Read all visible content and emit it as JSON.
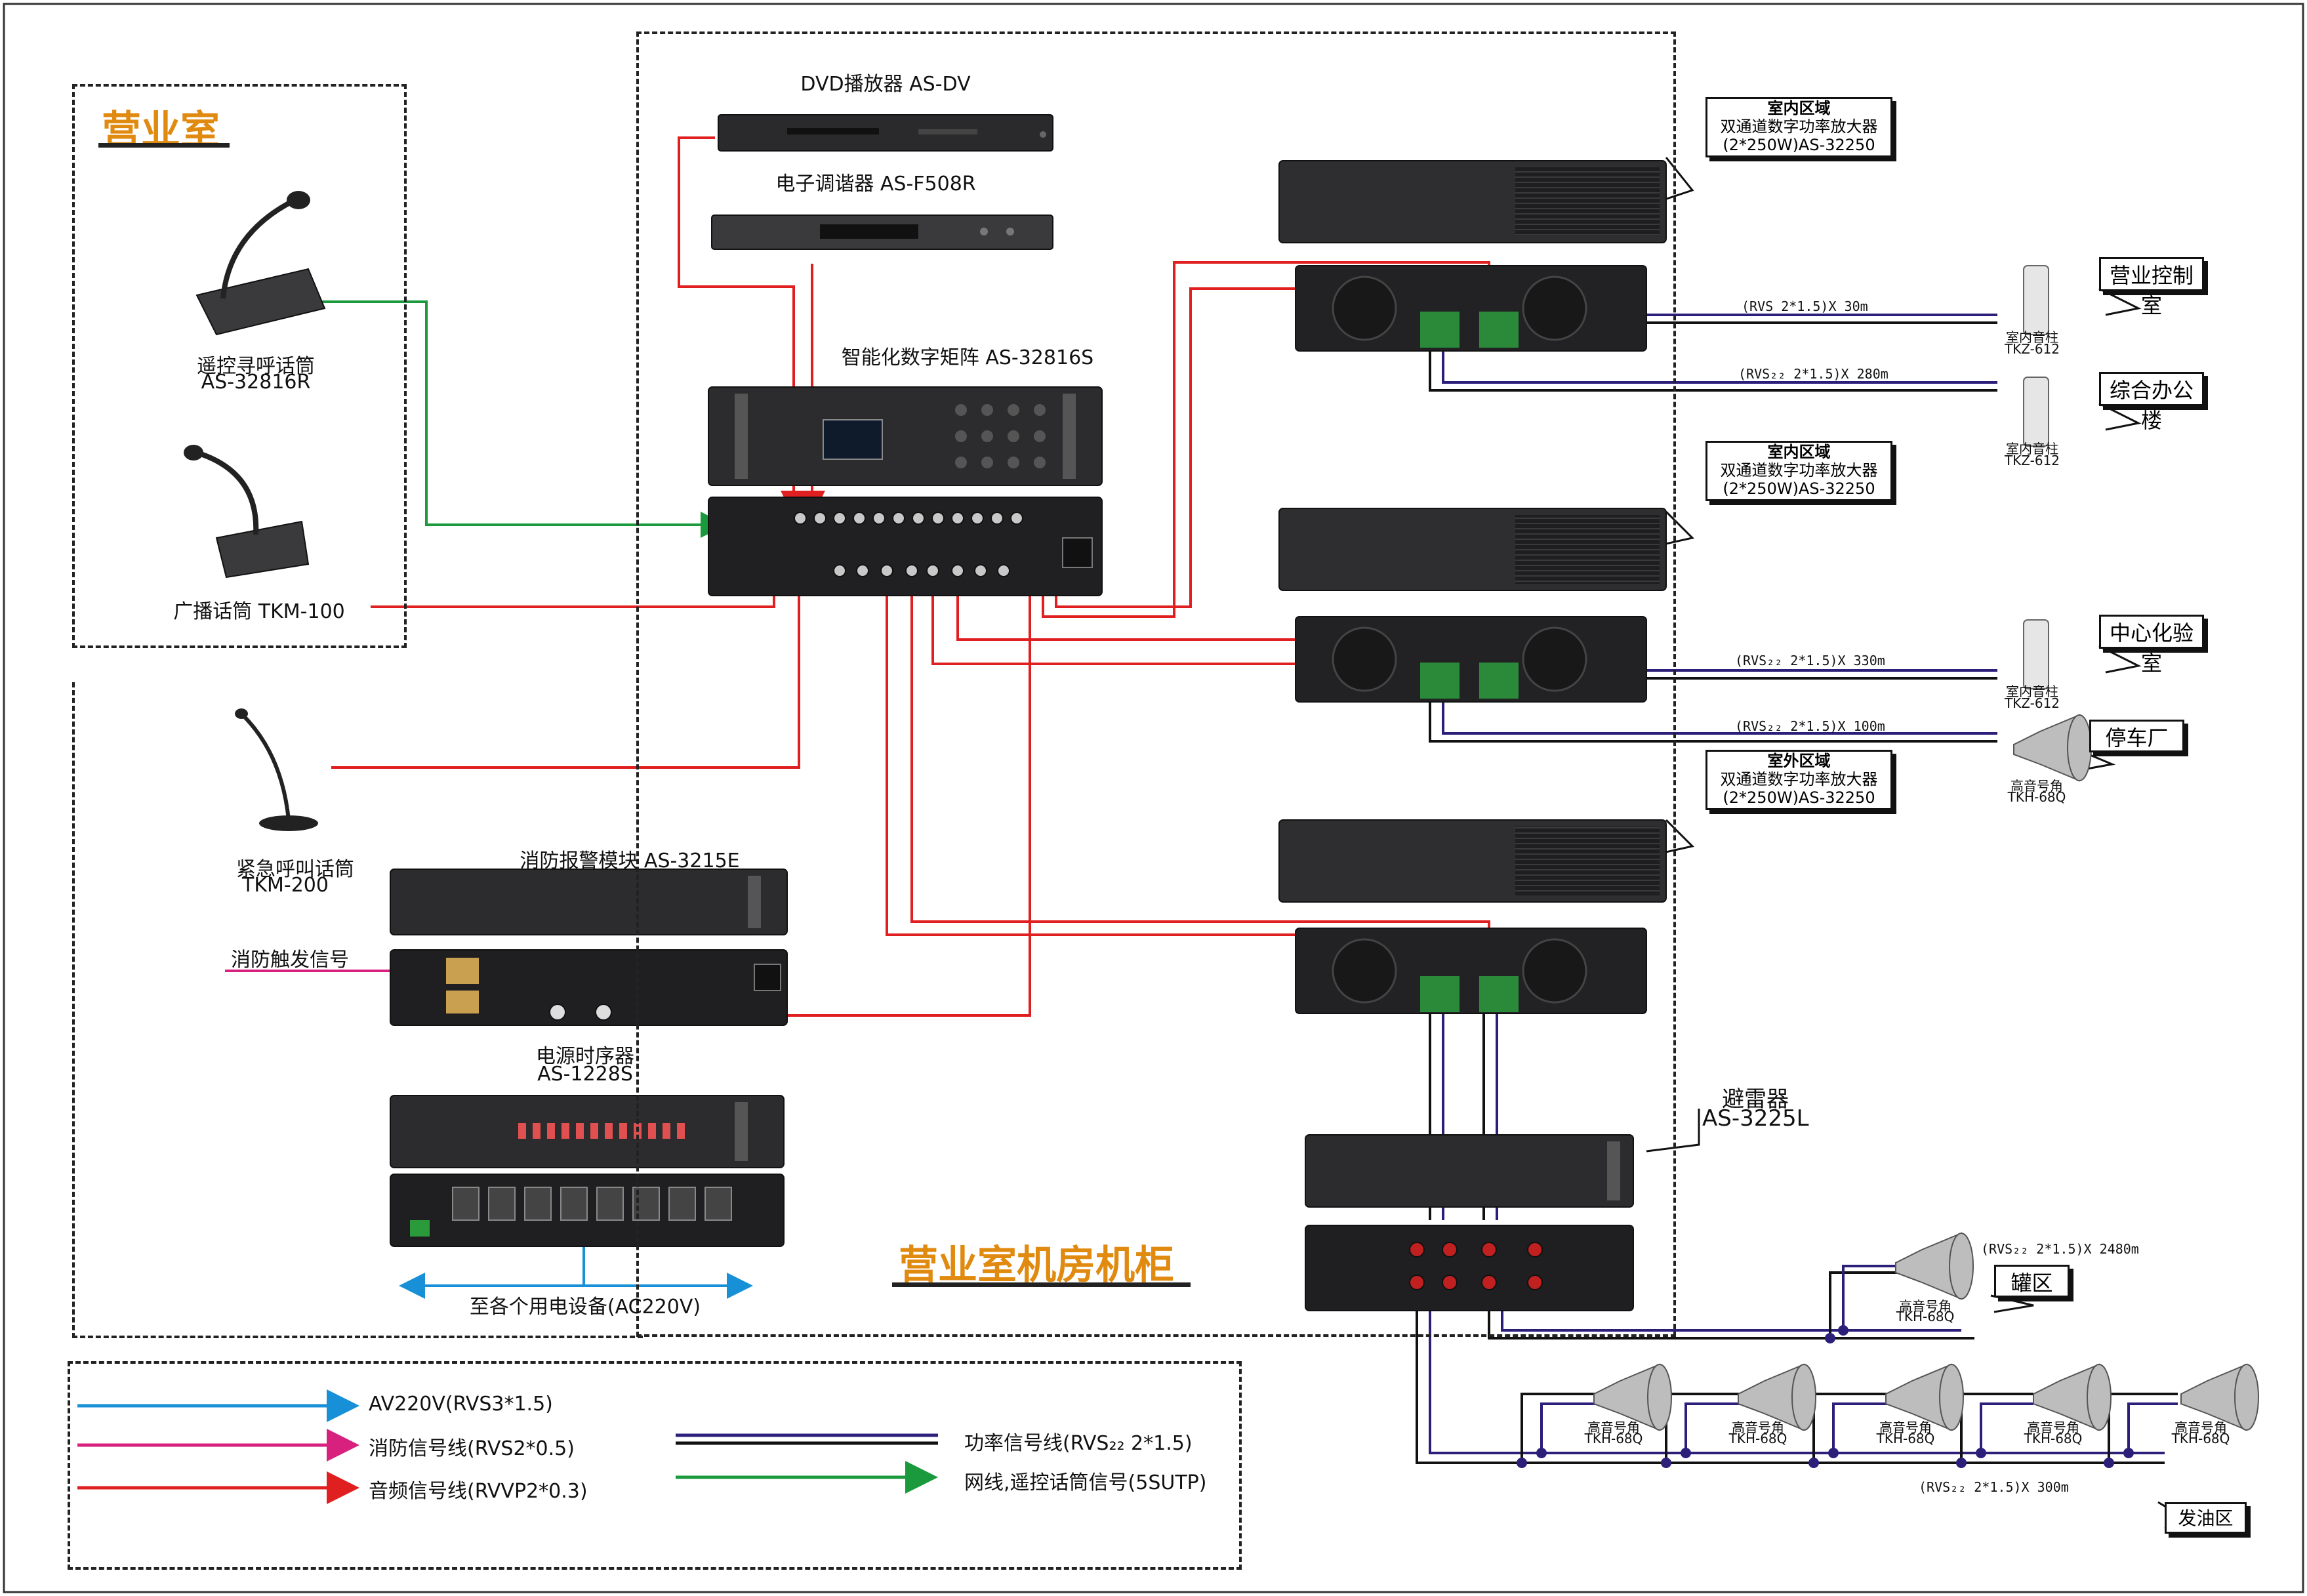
{
  "zones": {
    "sales_room": "营业室",
    "cabinet": "营业室机房机柜"
  },
  "devices": {
    "dvd": "DVD播放器 AS-DV",
    "tuner": "电子调谐器 AS-F508R",
    "matrix": "智能化数字矩阵 AS-32816S",
    "remote_mic": "遥控寻呼话筒",
    "remote_mic_model": "AS-32816R",
    "broadcast_mic": "广播话筒 TKM-100",
    "emergency_mic": "紧急呼叫话筒",
    "emergency_mic_model": "TKM-200",
    "fire_module": "消防报警模块 AS-3215E",
    "fire_trigger": "消防触发信号",
    "power_seq": "电源时序器",
    "power_seq_model": "AS-1228S",
    "power_out": "至各个用电设备(AC220V)",
    "lightning": "避雷器",
    "lightning_model": "AS-3225L"
  },
  "amplifiers": [
    {
      "zone": "室内区域",
      "desc": "双通道数字功率放大器",
      "model": "(2*250W)AS-32250"
    },
    {
      "zone": "室内区域",
      "desc": "双通道数字功率放大器",
      "model": "(2*250W)AS-32250"
    },
    {
      "zone": "室外区域",
      "desc": "双通道数字功率放大器",
      "model": "(2*250W)AS-32250"
    }
  ],
  "speakers": {
    "column_name": "室内音柱",
    "column_model": "TKZ-612",
    "horn_name": "高音号角",
    "horn_model": "TKH-68Q"
  },
  "areas": {
    "control_room": "营业控制室",
    "office": "综合办公楼",
    "lab": "中心化验室",
    "parking": "停车厂",
    "tank": "罐区",
    "fuel": "发油区"
  },
  "cables": {
    "c1": "(RVS 2*1.5)X 30m",
    "c2": "(RVS₂₂ 2*1.5)X 280m",
    "c3": "(RVS₂₂ 2*1.5)X 330m",
    "c4": "(RVS₂₂ 2*1.5)X 100m",
    "c5": "(RVS₂₂ 2*1.5)X 2480m",
    "c6": "(RVS₂₂ 2*1.5)X 300m"
  },
  "legend": {
    "ac": "AV220V(RVS3*1.5)",
    "fire": "消防信号线(RVS2*0.5)",
    "audio": "音频信号线(RVVP2*0.3)",
    "power": "功率信号线(RVS₂₂ 2*1.5)",
    "network": "网线,遥控话筒信号(5SUTP)"
  },
  "colors": {
    "audio": "#e02020",
    "power": "#2b1f7a",
    "network": "#1a9a3c",
    "fire": "#d8207e",
    "ac": "#1890d8"
  }
}
